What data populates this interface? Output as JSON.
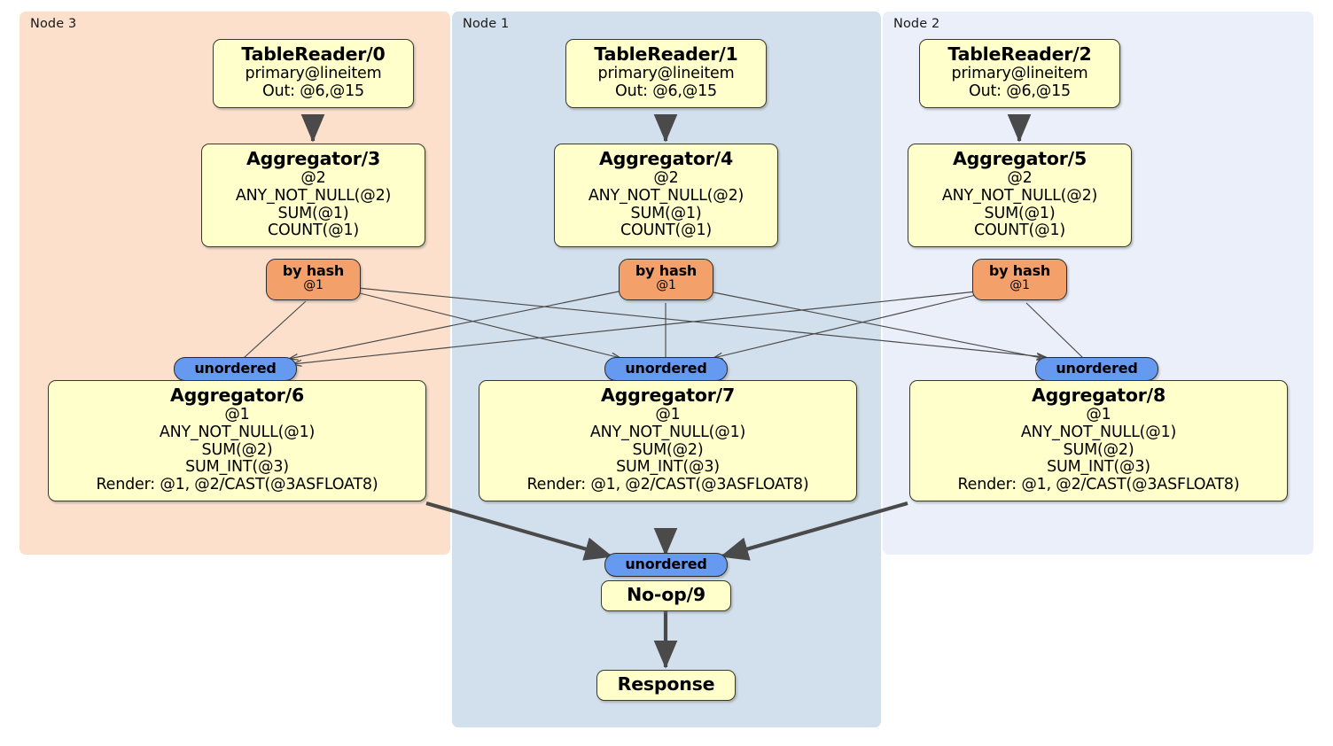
{
  "diagram": {
    "type": "distributed-query-plan",
    "title": "",
    "colors": {
      "node3_panel": "#fde0cc",
      "node1_panel": "#d2dfec",
      "node2_panel": "#eaeffa",
      "processor_box": "#ffffcc",
      "processor_border": "#3a3a2a",
      "hash_router": "#f4a06a",
      "unordered_router": "#6699f0",
      "edge": "#4a4a4a"
    }
  },
  "regions": [
    {
      "id": "node3",
      "label": "Node 3"
    },
    {
      "id": "node1",
      "label": "Node 1"
    },
    {
      "id": "node2",
      "label": "Node 2"
    }
  ],
  "processors": {
    "tablereader0": {
      "title": "TableReader/0",
      "lines": [
        "primary@lineitem",
        "Out: @6,@15"
      ]
    },
    "tablereader1": {
      "title": "TableReader/1",
      "lines": [
        "primary@lineitem",
        "Out: @6,@15"
      ]
    },
    "tablereader2": {
      "title": "TableReader/2",
      "lines": [
        "primary@lineitem",
        "Out: @6,@15"
      ]
    },
    "aggregator3": {
      "title": "Aggregator/3",
      "lines": [
        "@2",
        "ANY_NOT_NULL(@2)",
        "SUM(@1)",
        "COUNT(@1)"
      ]
    },
    "aggregator4": {
      "title": "Aggregator/4",
      "lines": [
        "@2",
        "ANY_NOT_NULL(@2)",
        "SUM(@1)",
        "COUNT(@1)"
      ]
    },
    "aggregator5": {
      "title": "Aggregator/5",
      "lines": [
        "@2",
        "ANY_NOT_NULL(@2)",
        "SUM(@1)",
        "COUNT(@1)"
      ]
    },
    "aggregator6": {
      "title": "Aggregator/6",
      "lines": [
        "@1",
        "ANY_NOT_NULL(@1)",
        "SUM(@2)",
        "SUM_INT(@3)",
        "Render: @1, @2/CAST(@3ASFLOAT8)"
      ]
    },
    "aggregator7": {
      "title": "Aggregator/7",
      "lines": [
        "@1",
        "ANY_NOT_NULL(@1)",
        "SUM(@2)",
        "SUM_INT(@3)",
        "Render: @1, @2/CAST(@3ASFLOAT8)"
      ]
    },
    "aggregator8": {
      "title": "Aggregator/8",
      "lines": [
        "@1",
        "ANY_NOT_NULL(@1)",
        "SUM(@2)",
        "SUM_INT(@3)",
        "Render: @1, @2/CAST(@3ASFLOAT8)"
      ]
    },
    "noop9": {
      "title": "No-op/9",
      "lines": []
    },
    "response": {
      "title": "Response",
      "lines": []
    }
  },
  "routers": {
    "hash3": {
      "kind": "by hash",
      "column": "@1"
    },
    "hash4": {
      "kind": "by hash",
      "column": "@1"
    },
    "hash5": {
      "kind": "by hash",
      "column": "@1"
    },
    "unordered6": {
      "kind": "unordered",
      "column": ""
    },
    "unordered7": {
      "kind": "unordered",
      "column": ""
    },
    "unordered8": {
      "kind": "unordered",
      "column": ""
    },
    "unordered9": {
      "kind": "unordered",
      "column": ""
    }
  }
}
